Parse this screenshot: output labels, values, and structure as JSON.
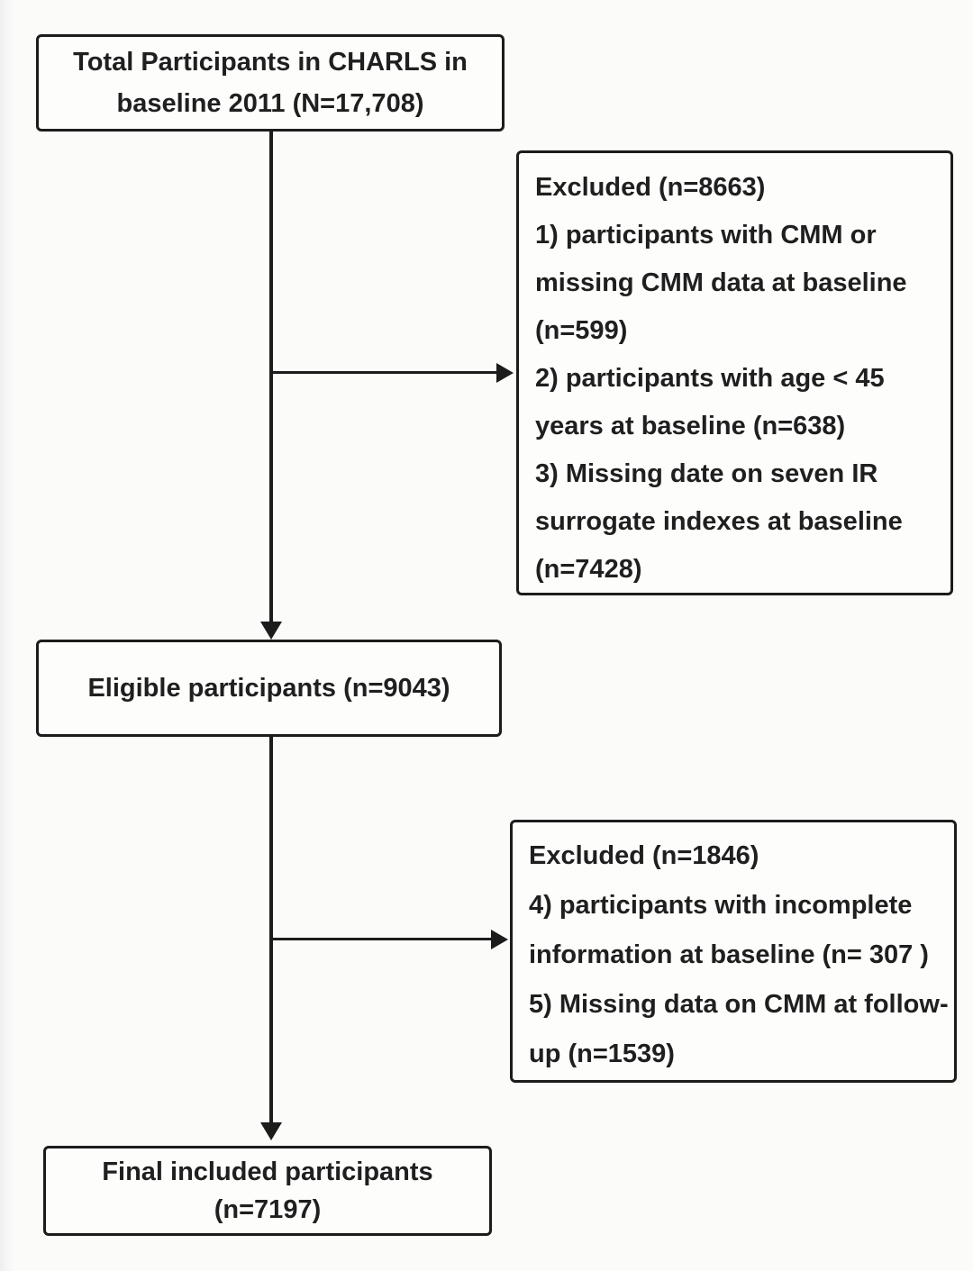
{
  "colors": {
    "border": "#1c1c1c",
    "text": "#1f1f1f",
    "node_bg": "#fdfdfc",
    "canvas_bg": "#fbfbfa"
  },
  "nodes": {
    "total": {
      "lines": [
        "Total Participants in CHARLS in",
        "baseline 2011 (N=17,708)"
      ]
    },
    "excluded_baseline": {
      "lines": [
        "Excluded (n=8663)",
        "1) participants with CMM or",
        "missing CMM data at baseline",
        "(n=599)",
        "2) participants with age < 45",
        "years at baseline (n=638)",
        "3) Missing date on seven IR",
        "surrogate indexes at baseline",
        "(n=7428)"
      ]
    },
    "eligible": {
      "lines": [
        "Eligible participants (n=9043)"
      ]
    },
    "excluded_followup": {
      "lines": [
        "Excluded (n=1846)",
        "4) participants with incomplete",
        "information at baseline (n= 307 )",
        "5) Missing data on CMM at follow-",
        "up (n=1539)"
      ]
    },
    "final": {
      "lines": [
        "Final included participants",
        "(n=7197)"
      ]
    }
  }
}
